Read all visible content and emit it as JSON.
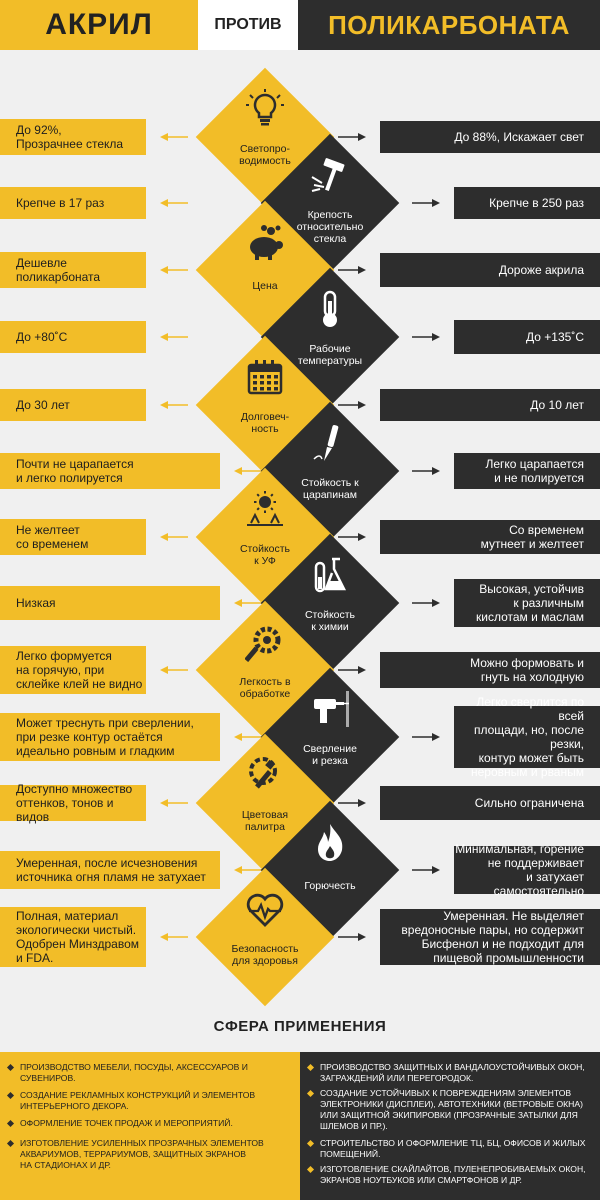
{
  "header": {
    "left_title": "АКРИЛ",
    "middle": "ПРОТИВ",
    "right_title": "ПОЛИКАРБОНАТА"
  },
  "colors": {
    "accent": "#f2bd28",
    "dark": "#2d2d2d",
    "background": "#f0f0f0"
  },
  "rows": [
    {
      "property": "Светопро-\nводимость",
      "icon": "lightbulb-icon",
      "acrylic": "До 92%,\nПрозрачнее стекла",
      "polycarbonate": "До 88%, Искажает свет"
    },
    {
      "property": "Крепость\nотносительно\nстекла",
      "icon": "hammer-icon",
      "acrylic": "Крепче в 17 раз",
      "polycarbonate": "Крепче в 250 раз"
    },
    {
      "property": "Цена",
      "icon": "piggy-bank-icon",
      "acrylic": "Дешевле\nполикарбоната",
      "polycarbonate": "Дороже акрила"
    },
    {
      "property": "Рабочие\nтемпературы",
      "icon": "thermometer-icon",
      "acrylic": "До +80˚С",
      "polycarbonate": "До +135˚С"
    },
    {
      "property": "Долговеч-\nность",
      "icon": "calendar-icon",
      "acrylic": "До 30 лет",
      "polycarbonate": "До 10 лет"
    },
    {
      "property": "Стойкость к\nцарапинам",
      "icon": "scalpel-icon",
      "acrylic": "Почти не царапается\nи легко полируется",
      "polycarbonate": "Легко царапается\nи не полируется"
    },
    {
      "property": "Стойкость\nк УФ",
      "icon": "sun-icon",
      "acrylic": "Не желтеет\nсо временем",
      "polycarbonate": "Со временем\nмутнеет и желтеет"
    },
    {
      "property": "Стойкость\nк химии",
      "icon": "flask-icon",
      "acrylic": "Низкая",
      "polycarbonate": "Высокая, устойчив\nк различным\nкислотам и маслам"
    },
    {
      "property": "Легкость в\nобработке",
      "icon": "gear-wrench-icon",
      "acrylic": "Легко формуется\nна горячую, при\nсклейке клей не видно",
      "polycarbonate": "Можно формовать и\nгнуть на холодную"
    },
    {
      "property": "Сверление\nи резка",
      "icon": "drill-icon",
      "acrylic": "Может треснуть при сверлении,\nпри резке контур остаётся\nидеально ровным и гладким",
      "polycarbonate": "Легко сверлится по всей\nплощади, но, после резки,\nконтур может быть\nнеровным и рваным"
    },
    {
      "property": "Цветовая\nпалитра",
      "icon": "color-picker-icon",
      "acrylic": "Доступно множество\nоттенков, тонов и видов",
      "polycarbonate": "Сильно ограничена"
    },
    {
      "property": "Горючесть",
      "icon": "fire-icon",
      "acrylic": "Умеренная, после исчезновения\nисточника огня пламя не затухает",
      "polycarbonate": "Минимальная, горение\nне поддерживает\nи затухает\nсамостоятельно"
    },
    {
      "property": "Безопасность\nдля здоровья",
      "icon": "heart-pulse-icon",
      "acrylic": "Полная, материал\nэкологически чистый.\nОдобрен Минздравом\nи FDA.",
      "polycarbonate": "Умеренная. Не выделяет\nвредоносные пары, но содержит\nБисфенол и не подходит для\nпищевой промышленности"
    }
  ],
  "applications": {
    "title": "СФЕРА ПРИМЕНЕНИЯ",
    "acrylic": [
      "ПРОИЗВОДСТВО МЕБЕЛИ, ПОСУДЫ, АКСЕССУАРОВ И\nСУВЕНИРОВ.",
      "СОЗДАНИЕ РЕКЛАМНЫХ КОНСТРУКЦИЙ И ЭЛЕМЕНТОВ\nИНТЕРЬЕРНОГО ДЕКОРА.",
      "ОФОРМЛЕНИЕ ТОЧЕК ПРОДАЖ И МЕРОПРИЯТИЙ.",
      "ИЗГОТОВЛЕНИЕ УСИЛЕННЫХ ПРОЗРАЧНЫХ ЭЛЕМЕНТОВ\nАКВАРИУМОВ, ТЕРРАРИУМОВ, ЗАЩИТНЫХ ЭКРАНОВ\nНА СТАДИОНАХ И ДР."
    ],
    "polycarbonate": [
      "ПРОИЗВОДСТВО ЗАЩИТНЫХ И ВАНДАЛОУСТОЙЧИВЫХ ОКОН,\nЗАГРАЖДЕНИЙ ИЛИ ПЕРЕГОРОДОК.",
      "СОЗДАНИЕ УСТОЙЧИВЫХ К ПОВРЕЖДЕНИЯМ ЭЛЕМЕНТОВ\nЭЛЕКТРОНИКИ (ДИСПЛЕИ), АВТОТЕХНИКИ (ВЕТРОВЫЕ ОКНА)\nИЛИ ЗАЩИТНОЙ ЭКИПИРОВКИ (ПРОЗРАЧНЫЕ ЗАТЫЛКИ ДЛЯ\nШЛЕМОВ И ПР.).",
      "СТРОИТЕЛЬСТВО И ОФОРМЛЕНИЕ ТЦ, БЦ, ОФИСОВ И ЖИЛЫХ\nПОМЕЩЕНИЙ.",
      "ИЗГОТОВЛЕНИЕ СКАЙЛАЙТОВ, ПУЛЕНЕПРОБИВАЕМЫХ ОКОН,\nЭКРАНОВ НОУТБУКОВ ИЛИ СМАРТФОНОВ И ДР."
    ]
  }
}
